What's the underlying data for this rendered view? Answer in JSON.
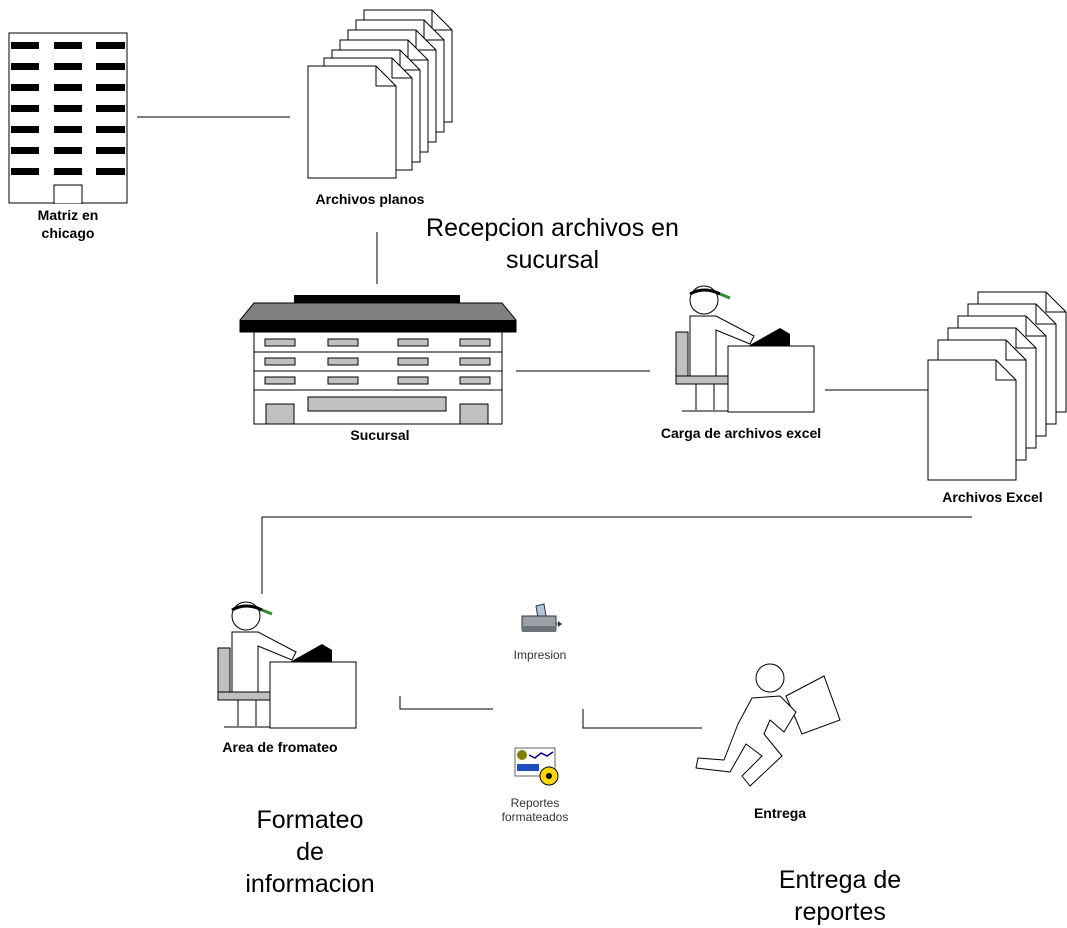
{
  "nodes": {
    "matriz": {
      "label_line1": "Matriz en",
      "label_line2": "chicago"
    },
    "archivos_planos": {
      "label": "Archivos planos"
    },
    "sucursal": {
      "label": "Sucursal"
    },
    "carga": {
      "label": "Carga de archivos excel"
    },
    "archivos_excel": {
      "label": "Archivos Excel"
    },
    "area_formateo": {
      "label": "Area de fromateo"
    },
    "impresion": {
      "label": "Impresion"
    },
    "reportes": {
      "label_line1": "Reportes",
      "label_line2": "formateados"
    },
    "entrega": {
      "label": "Entrega"
    }
  },
  "titles": {
    "recepcion": {
      "line1": "Recepcion archivos en",
      "line2": "sucursal"
    },
    "formateo": {
      "line1": "Formateo",
      "line2": "de",
      "line3": "informacion"
    },
    "entrega": {
      "line1": "Entrega de",
      "line2": "reportes"
    }
  }
}
